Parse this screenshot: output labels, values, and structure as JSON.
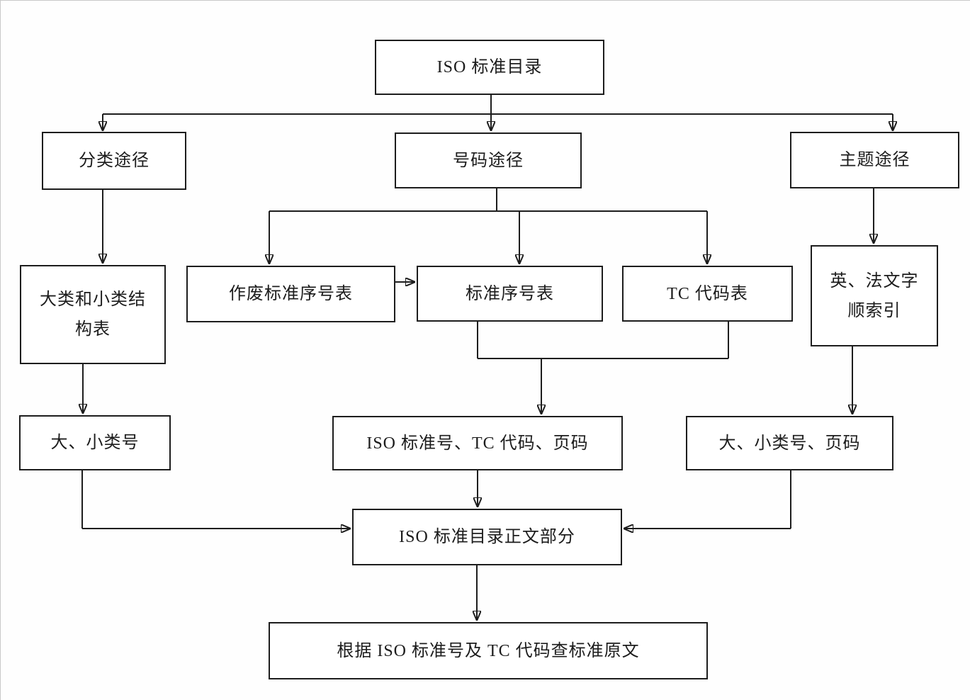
{
  "colors": {
    "background": "#fefefe",
    "line": "#1d1d1d",
    "box_border": "#1d1d1d",
    "box_fill": "#ffffff",
    "text": "#1c1c1c"
  },
  "nodes": {
    "catalog": {
      "label": "ISO 标准目录"
    },
    "path_classification": {
      "label": "分类途径"
    },
    "path_number": {
      "label": "号码途径"
    },
    "path_subject": {
      "label": "主题途径"
    },
    "class_structure_table": {
      "label": "大类和小类结\n构表"
    },
    "obsolete_serial_table": {
      "label": "作废标准序号表"
    },
    "serial_table": {
      "label": "标准序号表"
    },
    "tc_code_table": {
      "label": "TC 代码表"
    },
    "alpha_index": {
      "label": "英、法文字\n顺索引"
    },
    "class_numbers": {
      "label": "大、小类号"
    },
    "iso_number_tc_page": {
      "label": "ISO 标准号、TC 代码、页码"
    },
    "class_numbers_page": {
      "label": "大、小类号、页码"
    },
    "catalog_body": {
      "label": "ISO 标准目录正文部分"
    },
    "lookup_original": {
      "label": "根据 ISO 标准号及 TC 代码查标准原文"
    }
  },
  "edges": [
    {
      "from": "catalog",
      "to": "path_classification"
    },
    {
      "from": "catalog",
      "to": "path_number"
    },
    {
      "from": "catalog",
      "to": "path_subject"
    },
    {
      "from": "path_classification",
      "to": "class_structure_table"
    },
    {
      "from": "path_number",
      "to": "obsolete_serial_table"
    },
    {
      "from": "path_number",
      "to": "serial_table"
    },
    {
      "from": "path_number",
      "to": "tc_code_table"
    },
    {
      "from": "obsolete_serial_table",
      "to": "serial_table"
    },
    {
      "from": "path_subject",
      "to": "alpha_index"
    },
    {
      "from": "class_structure_table",
      "to": "class_numbers"
    },
    {
      "from": "serial_table",
      "to": "iso_number_tc_page"
    },
    {
      "from": "tc_code_table",
      "to": "iso_number_tc_page"
    },
    {
      "from": "alpha_index",
      "to": "class_numbers_page"
    },
    {
      "from": "class_numbers",
      "to": "catalog_body"
    },
    {
      "from": "iso_number_tc_page",
      "to": "catalog_body"
    },
    {
      "from": "class_numbers_page",
      "to": "catalog_body"
    },
    {
      "from": "catalog_body",
      "to": "lookup_original"
    }
  ]
}
